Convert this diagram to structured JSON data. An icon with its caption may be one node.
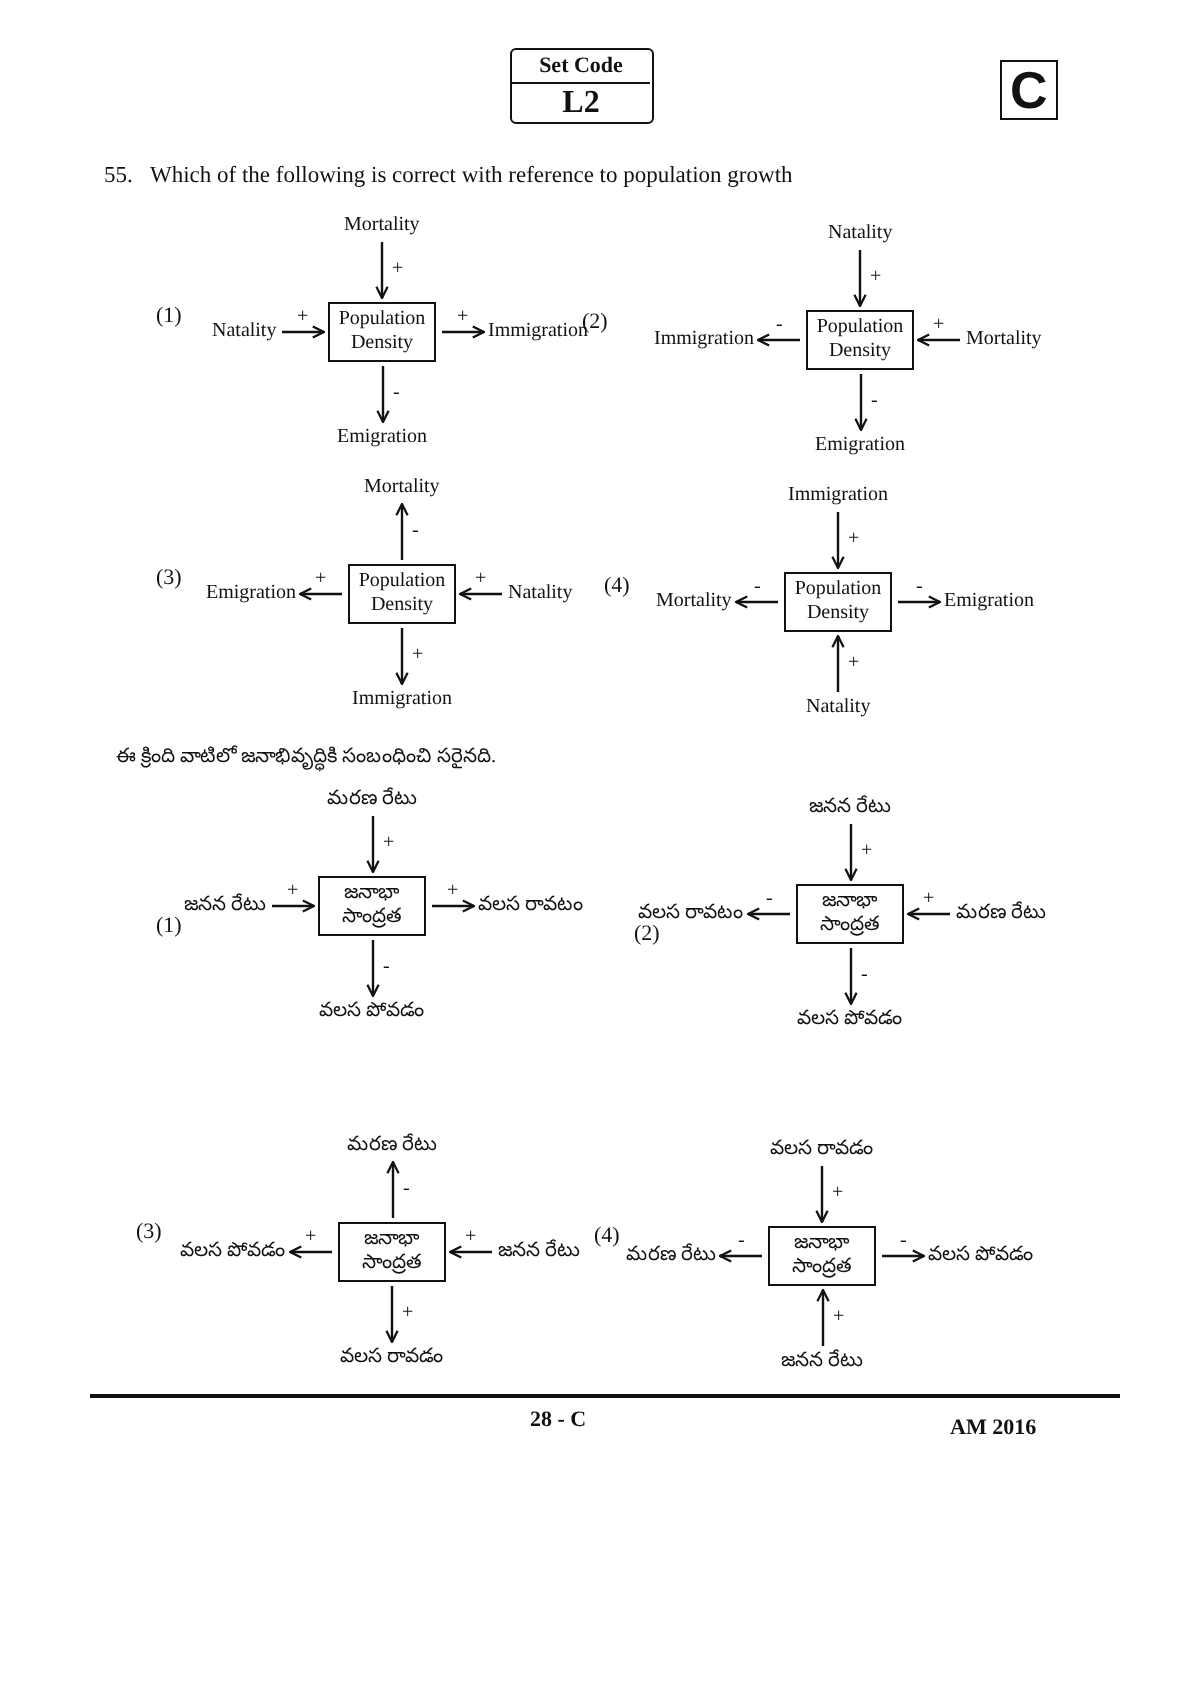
{
  "diagram": {
    "title": "Which of the following is correct with reference to population growth",
    "nodes": [
      {
        "text": [
          "Mortality"
        ]
      },
      {
        "text": [
          "Natality"
        ]
      },
      {
        "text": [
          "Population Density"
        ]
      },
      {
        "text": [
          "Immigration"
        ]
      },
      {
        "text": [
          "Emigration"
        ]
      },
      {
        "text": [
          "Natality"
        ]
      },
      {
        "text": [
          "Immigration"
        ]
      },
      {
        "text": [
          "Population Density"
        ]
      },
      {
        "text": [
          "Mortality"
        ]
      },
      {
        "text": [
          "Emigration"
        ]
      },
      {
        "text": [
          "Mortality"
        ]
      },
      {
        "text": [
          "Emigration"
        ]
      },
      {
        "text": [
          "Population Density"
        ]
      },
      {
        "text": [
          "Natality"
        ]
      },
      {
        "text": [
          "Immigration"
        ]
      },
      {
        "text": [
          "Immigration"
        ]
      },
      {
        "text": [
          "Mortality"
        ]
      },
      {
        "text": [
          "Population Density"
        ]
      },
      {
        "text": [
          "Emigration"
        ]
      },
      {
        "text": [
          "Natality"
        ]
      },
      {
        "text": [
          "మరణ రేటు"
        ]
      },
      {
        "text": [
          "జనన రేటు"
        ]
      },
      {
        "text": [
          "జనాభా సాంద్రత"
        ]
      },
      {
        "text": [
          "వలస రావటం"
        ]
      },
      {
        "text": [
          "వలస పోవడం"
        ]
      },
      {
        "text": [
          "జనన రేటు"
        ]
      },
      {
        "text": [
          "వలస రావటం"
        ]
      },
      {
        "text": [
          "జనాభా సాంద్రత"
        ]
      },
      {
        "text": [
          "మరణ రేటు"
        ]
      },
      {
        "text": [
          "వలస పోవడం"
        ]
      },
      {
        "text": [
          "మరణ రేటు"
        ]
      },
      {
        "text": [
          "వలస పోవడం"
        ]
      },
      {
        "text": [
          "జనాభా సాంద్రత"
        ]
      },
      {
        "text": [
          "జనన రేటు"
        ]
      },
      {
        "text": [
          "వలస రావడం"
        ]
      },
      {
        "text": [
          "వలస రావడం"
        ]
      },
      {
        "text": [
          "మరణ రేటు"
        ]
      },
      {
        "text": [
          "జనాభా సాంద్రత"
        ]
      },
      {
        "text": [
          "వలస పోవడం"
        ]
      },
      {
        "text": [
          "జనన రేటు"
        ]
      }
    ],
    "edges": [
      {
        "from": 0,
        "to": 2,
        "arrow": "to",
        "label": "+"
      },
      {
        "from": 1,
        "to": 2,
        "arrow": "to",
        "label": "+"
      },
      {
        "from": 2,
        "to": 3,
        "arrow": "to",
        "label": "+"
      },
      {
        "from": 2,
        "to": 4,
        "arrow": "to",
        "label": "-"
      },
      {
        "from": 5,
        "to": 7,
        "arrow": "to",
        "label": "+"
      },
      {
        "from": 7,
        "to": 6,
        "arrow": "to",
        "label": "-"
      },
      {
        "from": 8,
        "to": 7,
        "arrow": "to",
        "label": "+"
      },
      {
        "from": 7,
        "to": 9,
        "arrow": "to",
        "label": "-"
      },
      {
        "from": 12,
        "to": 10,
        "arrow": "to",
        "label": "-"
      },
      {
        "from": 12,
        "to": 11,
        "arrow": "to",
        "label": "+"
      },
      {
        "from": 13,
        "to": 12,
        "arrow": "to",
        "label": "+"
      },
      {
        "from": 12,
        "to": 14,
        "arrow": "to",
        "label": "+"
      },
      {
        "from": 15,
        "to": 17,
        "arrow": "to",
        "label": "+"
      },
      {
        "from": 17,
        "to": 16,
        "arrow": "to",
        "label": "-"
      },
      {
        "from": 17,
        "to": 18,
        "arrow": "to",
        "label": "-"
      },
      {
        "from": 19,
        "to": 17,
        "arrow": "to",
        "label": "+"
      },
      {
        "from": 20,
        "to": 22,
        "arrow": "to",
        "label": "+"
      },
      {
        "from": 21,
        "to": 22,
        "arrow": "to",
        "label": "+"
      },
      {
        "from": 22,
        "to": 23,
        "arrow": "to",
        "label": "+"
      },
      {
        "from": 22,
        "to": 24,
        "arrow": "to",
        "label": "-"
      },
      {
        "from": 25,
        "to": 27,
        "arrow": "to",
        "label": "+"
      },
      {
        "from": 27,
        "to": 26,
        "arrow": "to",
        "label": "-"
      },
      {
        "from": 28,
        "to": 27,
        "arrow": "to",
        "label": "+"
      },
      {
        "from": 27,
        "to": 29,
        "arrow": "to",
        "label": "-"
      },
      {
        "from": 32,
        "to": 30,
        "arrow": "to",
        "label": "-"
      },
      {
        "from": 32,
        "to": 31,
        "arrow": "to",
        "label": "+"
      },
      {
        "from": 33,
        "to": 32,
        "arrow": "to",
        "label": "+"
      },
      {
        "from": 32,
        "to": 34,
        "arrow": "to",
        "label": "+"
      },
      {
        "from": 35,
        "to": 37,
        "arrow": "to",
        "label": "+"
      },
      {
        "from": 37,
        "to": 36,
        "arrow": "to",
        "label": "-"
      },
      {
        "from": 37,
        "to": 38,
        "arrow": "to",
        "label": "-"
      },
      {
        "from": 39,
        "to": 37,
        "arrow": "to",
        "label": "+"
      }
    ],
    "labels": [
      "Set Code",
      "L2",
      "C",
      "55.",
      "(1)",
      "(2)",
      "(3)",
      "(4)",
      "ఈ క్రింది వాటిలో జనాభివృద్ధికి సంబంధించి సరైనది.",
      "(1)",
      "(2)",
      "(3)",
      "(4)",
      "28 - C",
      "AM 2016"
    ]
  }
}
